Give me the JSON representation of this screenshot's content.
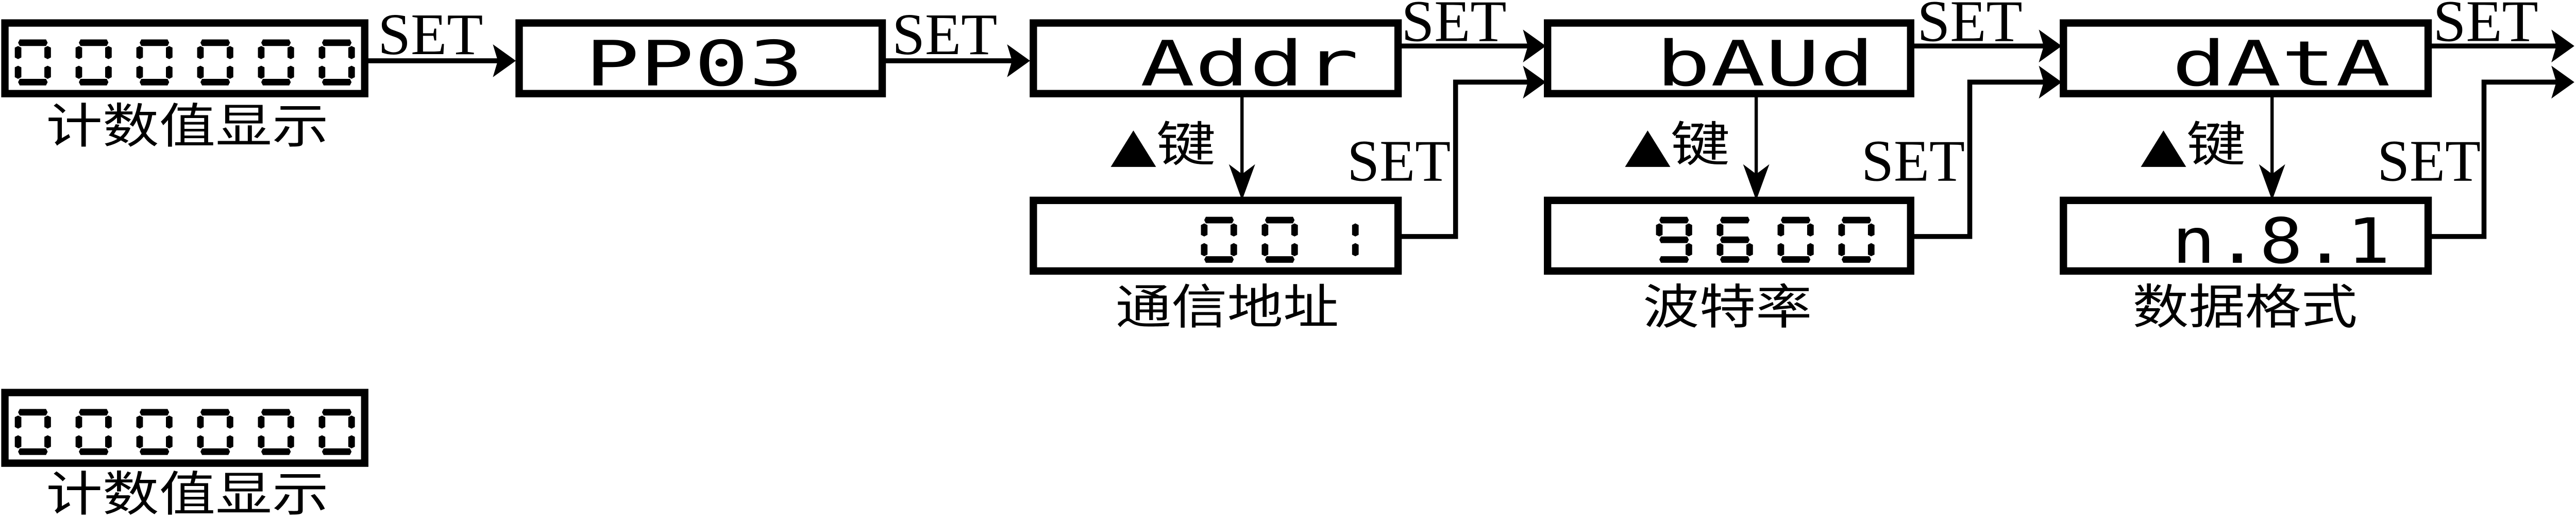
{
  "set_label": "SET",
  "up_key_label": "▲键",
  "colors": {
    "ink": "#000000",
    "background": "#ffffff"
  },
  "flow": [
    {
      "text": "000000",
      "label": "计数值显示"
    },
    {
      "text": "PP03"
    },
    {
      "text": "Addr",
      "sub": {
        "text": "001",
        "label": "通信地址"
      }
    },
    {
      "text": "bAUd",
      "sub": {
        "text": "9600",
        "label": "波特率"
      }
    },
    {
      "text": "dAtA",
      "sub": {
        "text": "n.8.1",
        "label": "数据格式"
      }
    }
  ],
  "standalone": {
    "text": "000000",
    "label": "计数值显示"
  }
}
